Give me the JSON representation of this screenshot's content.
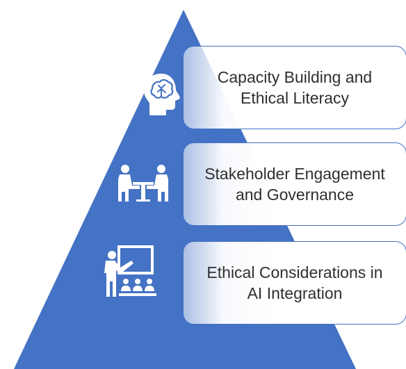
{
  "diagram": {
    "type": "pyramid",
    "colors": {
      "pyramid": "#4472c4",
      "box_border": "#4472c4",
      "box_fill": "#ffffff",
      "text": "#2f2f2f",
      "icon": "#ffffff"
    },
    "levels": [
      {
        "icon": "brain-head-icon",
        "line1": "Capacity Building and",
        "line2": "Ethical Literacy"
      },
      {
        "icon": "meeting-table-icon",
        "line1": "Stakeholder Engagement",
        "line2": "and Governance"
      },
      {
        "icon": "presentation-board-icon",
        "line1": "Ethical Considerations in",
        "line2": "AI Integration"
      }
    ]
  }
}
